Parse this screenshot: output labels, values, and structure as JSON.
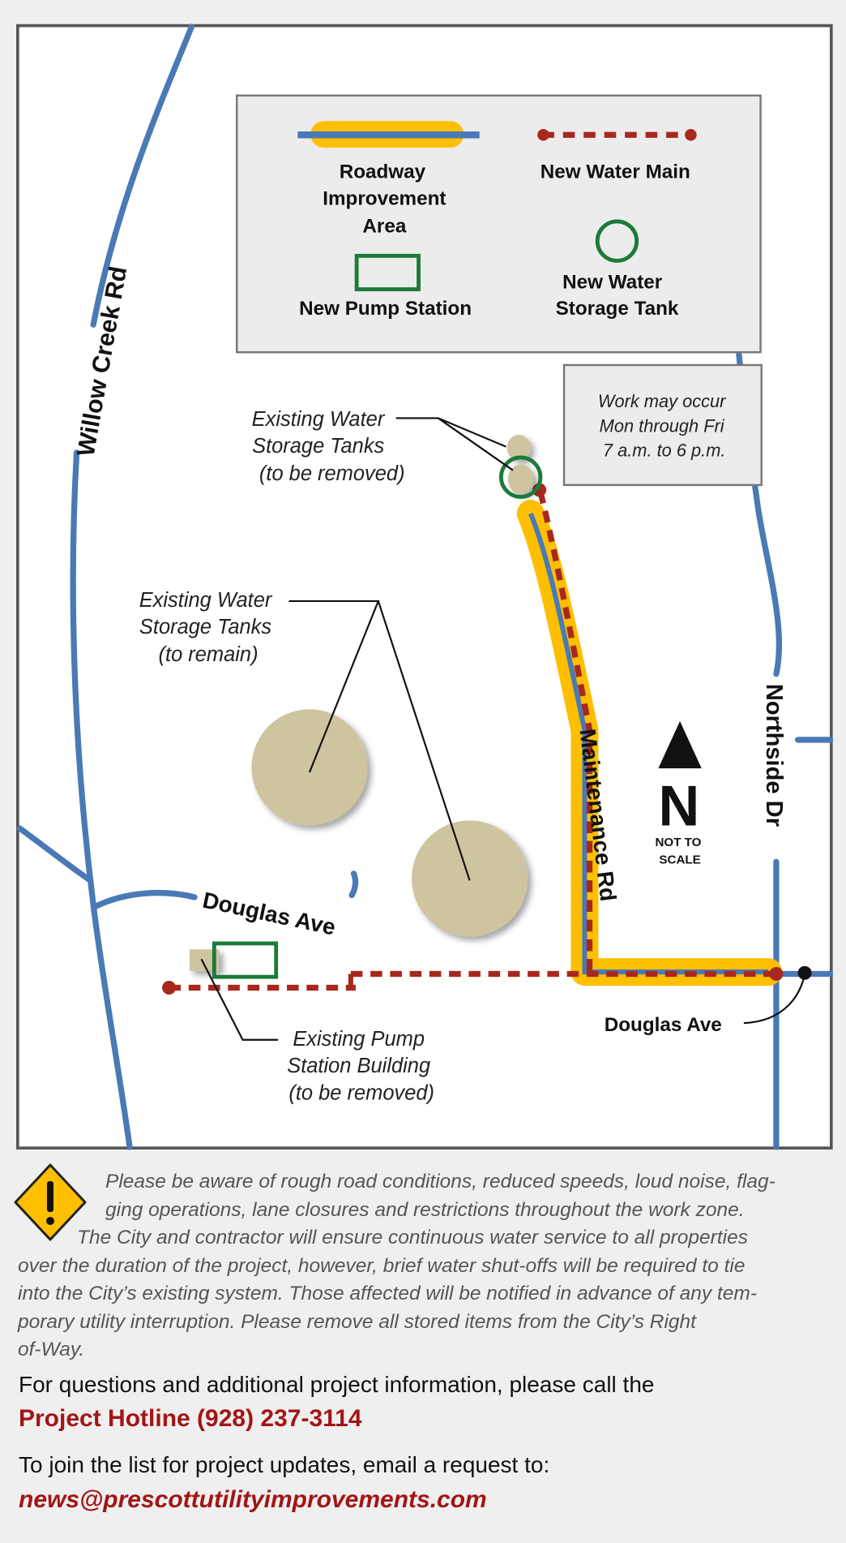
{
  "legend": {
    "roadway": [
      "Roadway",
      "Improvement",
      "Area"
    ],
    "water_main": "New Water Main",
    "pump_station": "New Pump Station",
    "storage_tank": [
      "New Water",
      "Storage Tank"
    ]
  },
  "schedule": [
    "Work may occur",
    "Mon through Fri",
    "7 a.m. to 6 p.m."
  ],
  "roads": {
    "willow_creek": "Willow Creek Rd",
    "northside": "Northside Dr",
    "maintenance": "Maintenance Rd",
    "douglas_west": "Douglas Ave",
    "douglas_east": "Douglas Ave"
  },
  "callouts": {
    "tanks_removed": [
      "Existing Water",
      "Storage Tanks",
      "(to be removed)"
    ],
    "tanks_remain": [
      "Existing Water",
      "Storage Tanks",
      "(to remain)"
    ],
    "pump_removed": [
      "Existing Pump",
      "Station Building",
      "(to be removed)"
    ]
  },
  "north": {
    "letter": "N",
    "scale": [
      "NOT TO",
      "SCALE"
    ]
  },
  "colors": {
    "road": "#4a7ab5",
    "roadway": "#fdbf00",
    "main": "#a8281e",
    "new": "#1d7a3a",
    "tank": "#cfc4a0",
    "accent": "#a31515"
  },
  "notice_lines": [
    "Please be aware of rough road conditions, reduced speeds, loud noise, flag-",
    "ging operations, lane closures and restrictions throughout the work zone.",
    "The City and contractor will ensure continuous water service to all properties",
    "over the duration of the project, however, brief water shut-offs will be required to tie",
    "into the City’s existing system. Those affected will be notified in advance of any tem-",
    "porary utility interruption. Please remove all stored items from the City’s Right",
    "of-Way."
  ],
  "contact": {
    "question": "For questions and additional project information, please call the",
    "hotline": "Project Hotline (928) 237-3114",
    "join": "To join the list for project updates, email a request to:",
    "email": "news@prescottutilityimprovements.com"
  }
}
